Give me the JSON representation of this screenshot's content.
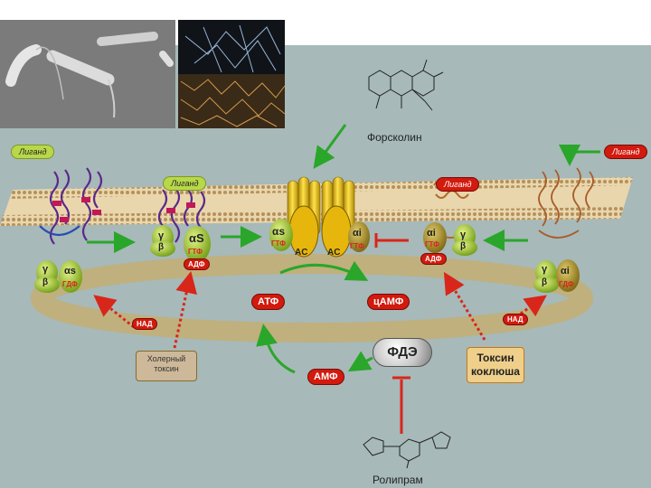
{
  "labels": {
    "forskolin": "Форсколин",
    "ligand_left": "Лиганд",
    "ligand_center": "Лиганд",
    "ligand_right_membrane": "Лиганд",
    "ligand_right": "Лиганд",
    "atp": "АТФ",
    "camp": "цАМФ",
    "amp": "АМФ",
    "pde": "ФДЭ",
    "rolipram": "Ролипрам",
    "cholera_toxin_line1": "Холерный",
    "cholera_toxin_line2": "токсин",
    "pertussis_toxin_line1": "Токсин",
    "pertussis_toxin_line2": "коклюша",
    "ac1": "AC",
    "ac2": "AC",
    "alpha_s_left": "αs",
    "alpha_s_center": "αS",
    "alpha_s_ac": "αs",
    "alpha_i_ac": "αi",
    "alpha_i_right": "αi",
    "alpha_i_far_right": "αi",
    "gamma": "γ",
    "beta": "β",
    "gdp": "ГДФ",
    "gtp": "ГТФ",
    "adp": "АДФ",
    "nad": "НАД"
  },
  "colors": {
    "background_panel": "#a7b9b9",
    "membrane": "#e9d6ac",
    "membrane_dots": "#b5915c",
    "arrow_green": "#2aa62a",
    "arrow_red": "#d8261a",
    "adenylyl_cyclase": "#efc514",
    "g_protein": "#9cc82a",
    "alpha_i": "#b09a2c"
  },
  "icons": {
    "bacteria_photo": "vibrio-micrograph",
    "fibrous_photo": "fibrous-network-micrograph",
    "forskolin_structure": "forskolin-molecule",
    "rolipram_structure": "rolipram-molecule"
  }
}
